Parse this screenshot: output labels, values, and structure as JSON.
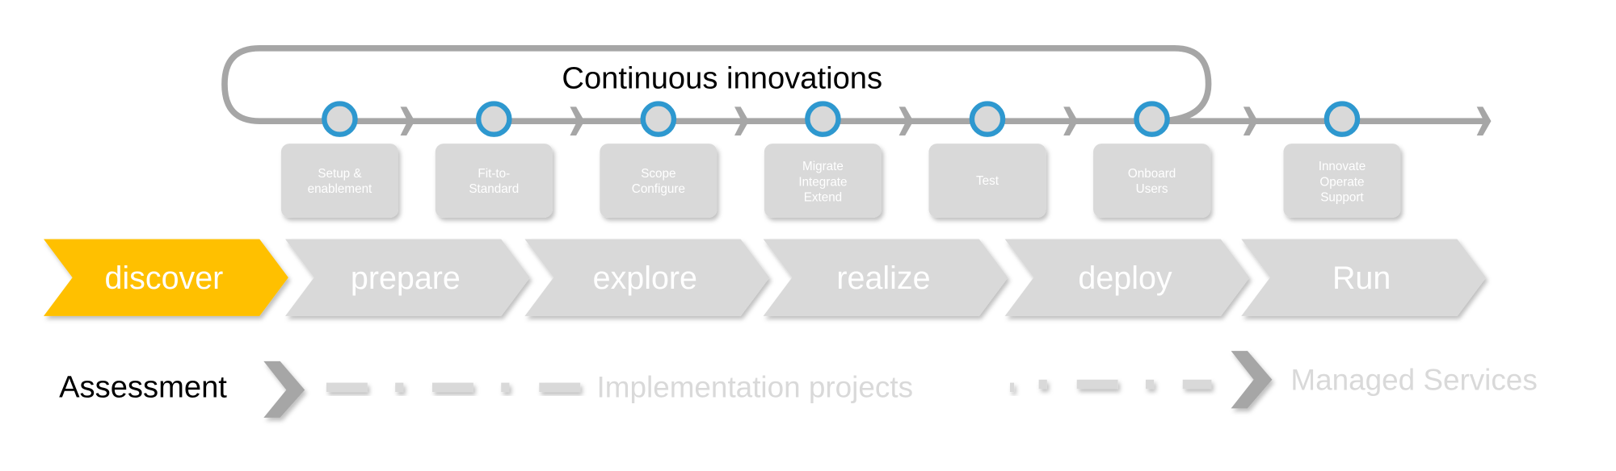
{
  "loop": {
    "title": "Continuous innovations"
  },
  "steps": [
    {
      "lines": [
        "Setup &",
        "enablement"
      ]
    },
    {
      "lines": [
        "Fit-to-",
        "Standard"
      ]
    },
    {
      "lines": [
        "Scope",
        "Configure"
      ]
    },
    {
      "lines": [
        "Migrate",
        "Integrate",
        "Extend"
      ]
    },
    {
      "lines": [
        "Test"
      ]
    },
    {
      "lines": [
        "Onboard",
        "Users"
      ]
    },
    {
      "lines": [
        "Innovate",
        "Operate",
        "Support"
      ]
    }
  ],
  "phases": [
    {
      "label": "discover",
      "active": true
    },
    {
      "label": "prepare",
      "active": false
    },
    {
      "label": "explore",
      "active": false
    },
    {
      "label": "realize",
      "active": false
    },
    {
      "label": "deploy",
      "active": false
    },
    {
      "label": "Run",
      "active": false
    }
  ],
  "bottom": {
    "assessment": "Assessment",
    "implementation": "Implementation projects",
    "managed": "Managed Services"
  },
  "colors": {
    "active": "#ffc000",
    "inactive": "#d9d9d9",
    "ring": "#2e98cf",
    "line": "#a6a6a6"
  }
}
